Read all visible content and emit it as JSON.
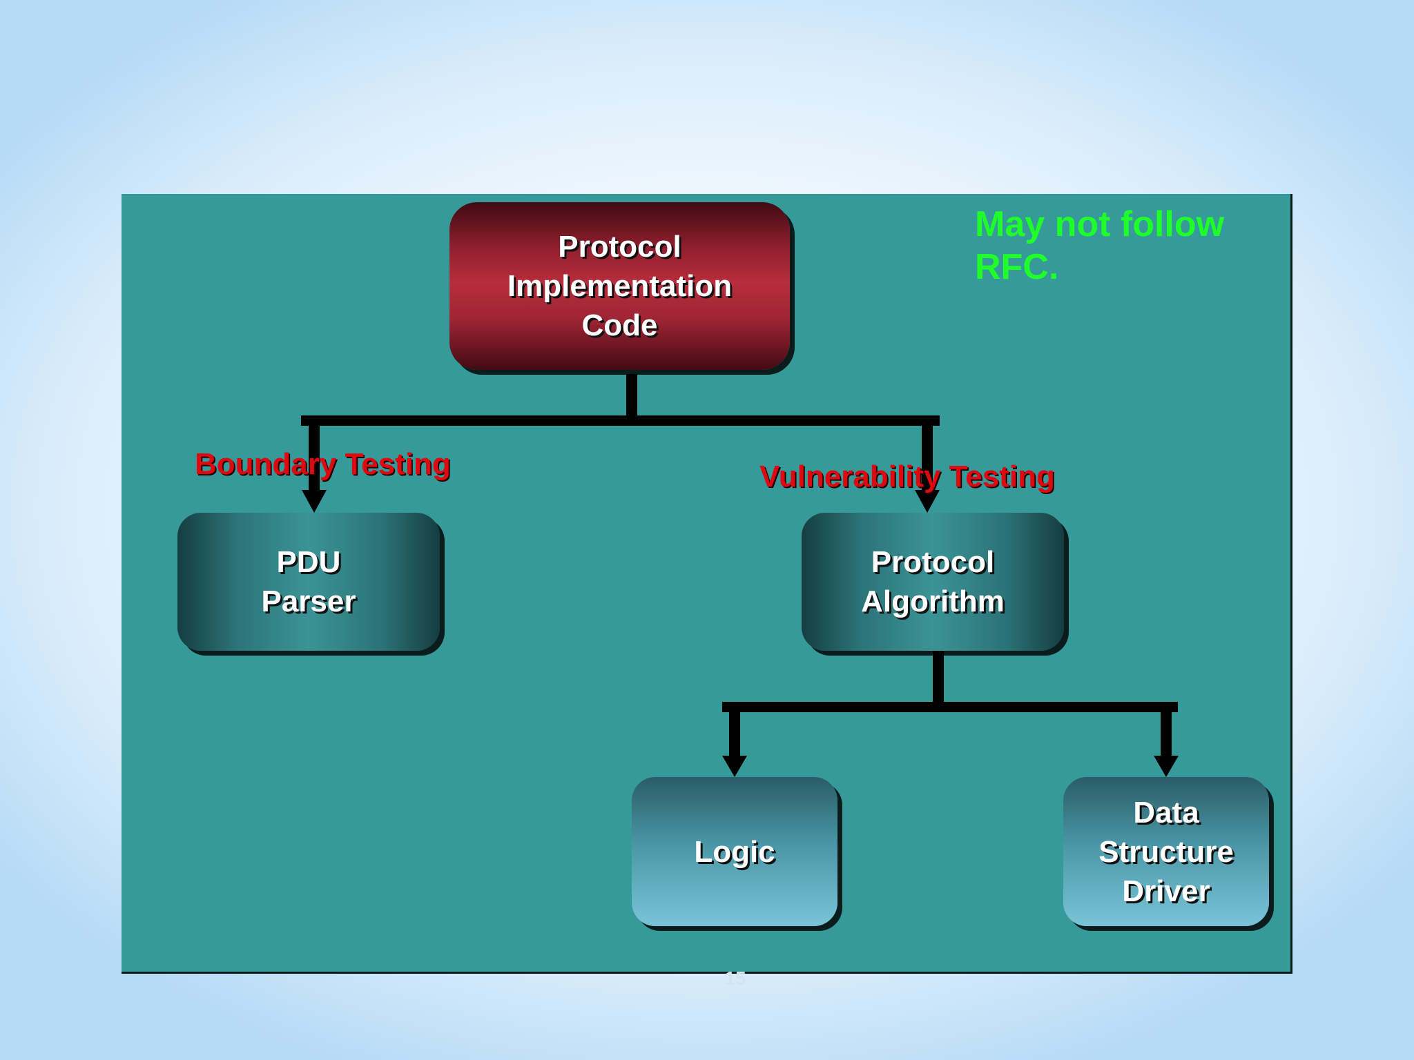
{
  "diagram": {
    "root": {
      "label": "Protocol\nImplementation\nCode"
    },
    "left_branch": {
      "edge_label": "Boundary Testing",
      "node": {
        "label": "PDU\nParser"
      }
    },
    "right_branch": {
      "edge_label": "Vulnerability Testing",
      "node": {
        "label": "Protocol\nAlgorithm"
      },
      "children": [
        {
          "label": "Logic"
        },
        {
          "label": "Data\nStructure\nDriver"
        }
      ]
    },
    "note": "May not follow\nRFC."
  },
  "footer": {
    "page_number": "15"
  },
  "colors": {
    "panel": "#379a9a",
    "root_box": "#b72d3d",
    "edge_label": "#dd0a12",
    "note": "#1fff29",
    "connector": "#000000"
  }
}
